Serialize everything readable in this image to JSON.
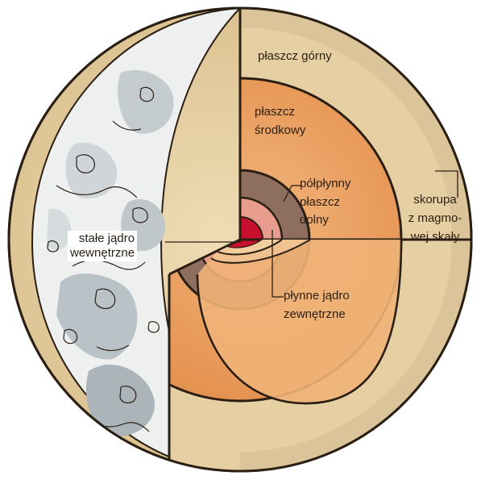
{
  "labels": {
    "upper_mantle": "płaszcz górny",
    "middle_mantle": [
      "płaszcz",
      "środkowy"
    ],
    "lower_mantle": [
      "półpłynny",
      "płaszcz",
      "dolny"
    ],
    "crust": [
      "skorupa",
      "z magmo-",
      "wej skały"
    ],
    "inner_core": [
      "stałe jądro",
      "wewnętrzne"
    ],
    "outer_core": [
      "płynne jądro",
      "zewnętrzne"
    ]
  },
  "colors": {
    "crust": "#dcc49a",
    "upper_mantle": "#e6cfa3",
    "middle_mantle": "#e9a25e",
    "middle_mantle_lower": "#efb277",
    "lower_mantle": "#8d6e5f",
    "outer_core": "#e89c8e",
    "inner_core": "#c8102e",
    "surface": "#eef0ef",
    "maria": "#b9c2c6",
    "outline": "#2b1f14"
  }
}
